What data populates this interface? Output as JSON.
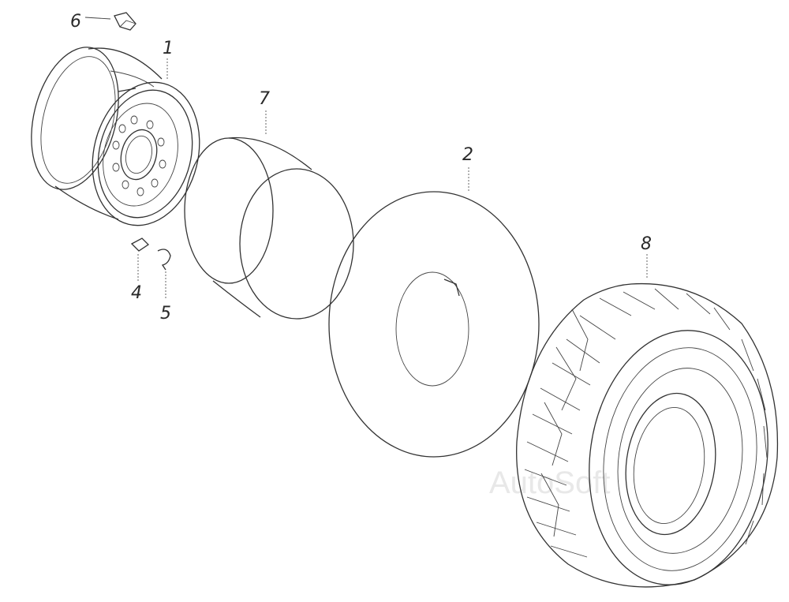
{
  "callouts": {
    "wheel": "1",
    "tube": "2",
    "valve_nut": "4",
    "clamp": "5",
    "cap": "6",
    "flap": "7",
    "tyre": "8"
  },
  "watermark": "AutoSoft",
  "colors": {
    "line": "#333333",
    "background": "#ffffff",
    "watermark": "#e8e8e8"
  }
}
